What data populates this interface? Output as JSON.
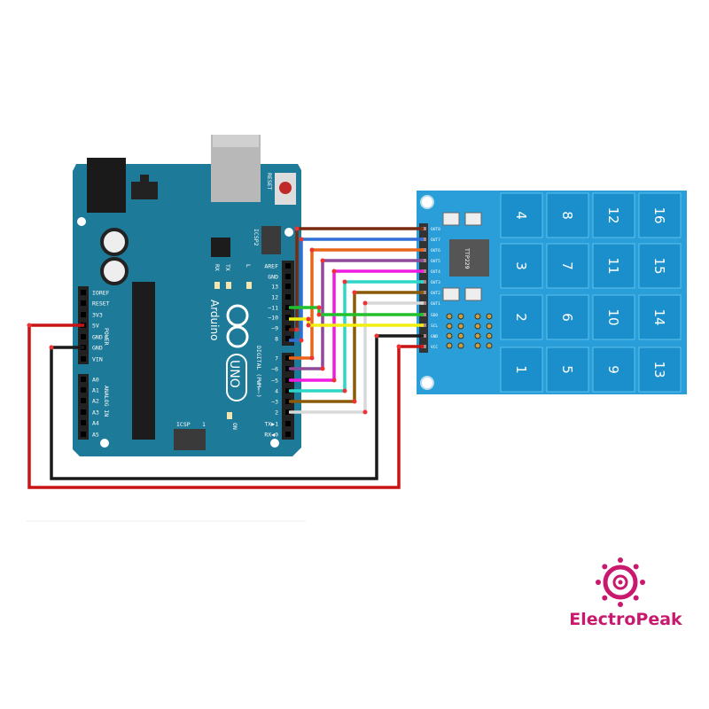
{
  "arduino": {
    "brand": "Arduino",
    "model": "UNO",
    "reset_label": "RESET",
    "icsp2_label": "ICSP2",
    "icsp_label": "ICSP",
    "icsp_pin1": "1",
    "tx_led": "TX",
    "rx_led": "RX",
    "l_led": "L",
    "on_led": "ON",
    "digital_label": "DIGITAL (PWM=~)",
    "power_label": "POWER",
    "analog_label": "ANALOG IN",
    "power_pins": [
      "IOREF",
      "RESET",
      "3V3",
      "5V",
      "GND",
      "GND",
      "VIN"
    ],
    "analog_pins": [
      "A0",
      "A1",
      "A2",
      "A3",
      "A4",
      "A5"
    ],
    "digital_pins_top": [
      "AREF",
      "GND",
      "13",
      "12",
      "~11",
      "~10",
      "~9",
      "8"
    ],
    "digital_pins_bottom": [
      "7",
      "~6",
      "~5",
      "4",
      "~3",
      "2",
      "TX▶1",
      "RX◀0"
    ],
    "board_color": "#1d7a98"
  },
  "keypad_module": {
    "pins": [
      "OUT8",
      "OUT7",
      "OUT6",
      "OUT5",
      "OUT4",
      "OUT3",
      "OUT2",
      "OUT1",
      "SDO",
      "SCL",
      "GND",
      "VCC"
    ],
    "chip_label": "TTP229",
    "keys": [
      [
        "4",
        "8",
        "12",
        "16"
      ],
      [
        "3",
        "7",
        "11",
        "15"
      ],
      [
        "2",
        "6",
        "10",
        "14"
      ],
      [
        "1",
        "5",
        "9",
        "13"
      ]
    ],
    "board_color": "#2a9ed8",
    "key_color": "#1a8fcc"
  },
  "connections": [
    {
      "module_pin": "OUT8",
      "arduino_pin": "9",
      "color": "#7a2a10"
    },
    {
      "module_pin": "OUT7",
      "arduino_pin": "8",
      "color": "#2f6fd6"
    },
    {
      "module_pin": "OUT6",
      "arduino_pin": "7",
      "color": "#e8661a"
    },
    {
      "module_pin": "OUT5",
      "arduino_pin": "6",
      "color": "#8e4a9a"
    },
    {
      "module_pin": "OUT4",
      "arduino_pin": "5",
      "color": "#f01ae0"
    },
    {
      "module_pin": "OUT3",
      "arduino_pin": "4",
      "color": "#2ed6c8"
    },
    {
      "module_pin": "OUT2",
      "arduino_pin": "3",
      "color": "#8a5a08"
    },
    {
      "module_pin": "OUT1",
      "arduino_pin": "2",
      "color": "#d8d8d8"
    },
    {
      "module_pin": "SDO",
      "arduino_pin": "11",
      "color": "#22c02a"
    },
    {
      "module_pin": "SCL",
      "arduino_pin": "10",
      "color": "#f2ee10"
    },
    {
      "module_pin": "GND",
      "arduino_pin": "GND",
      "color": "#1a1a1a"
    },
    {
      "module_pin": "VCC",
      "arduino_pin": "5V",
      "color": "#c81414"
    }
  ],
  "logo": {
    "text": "ElectroPeak",
    "color": "#c8196e"
  }
}
